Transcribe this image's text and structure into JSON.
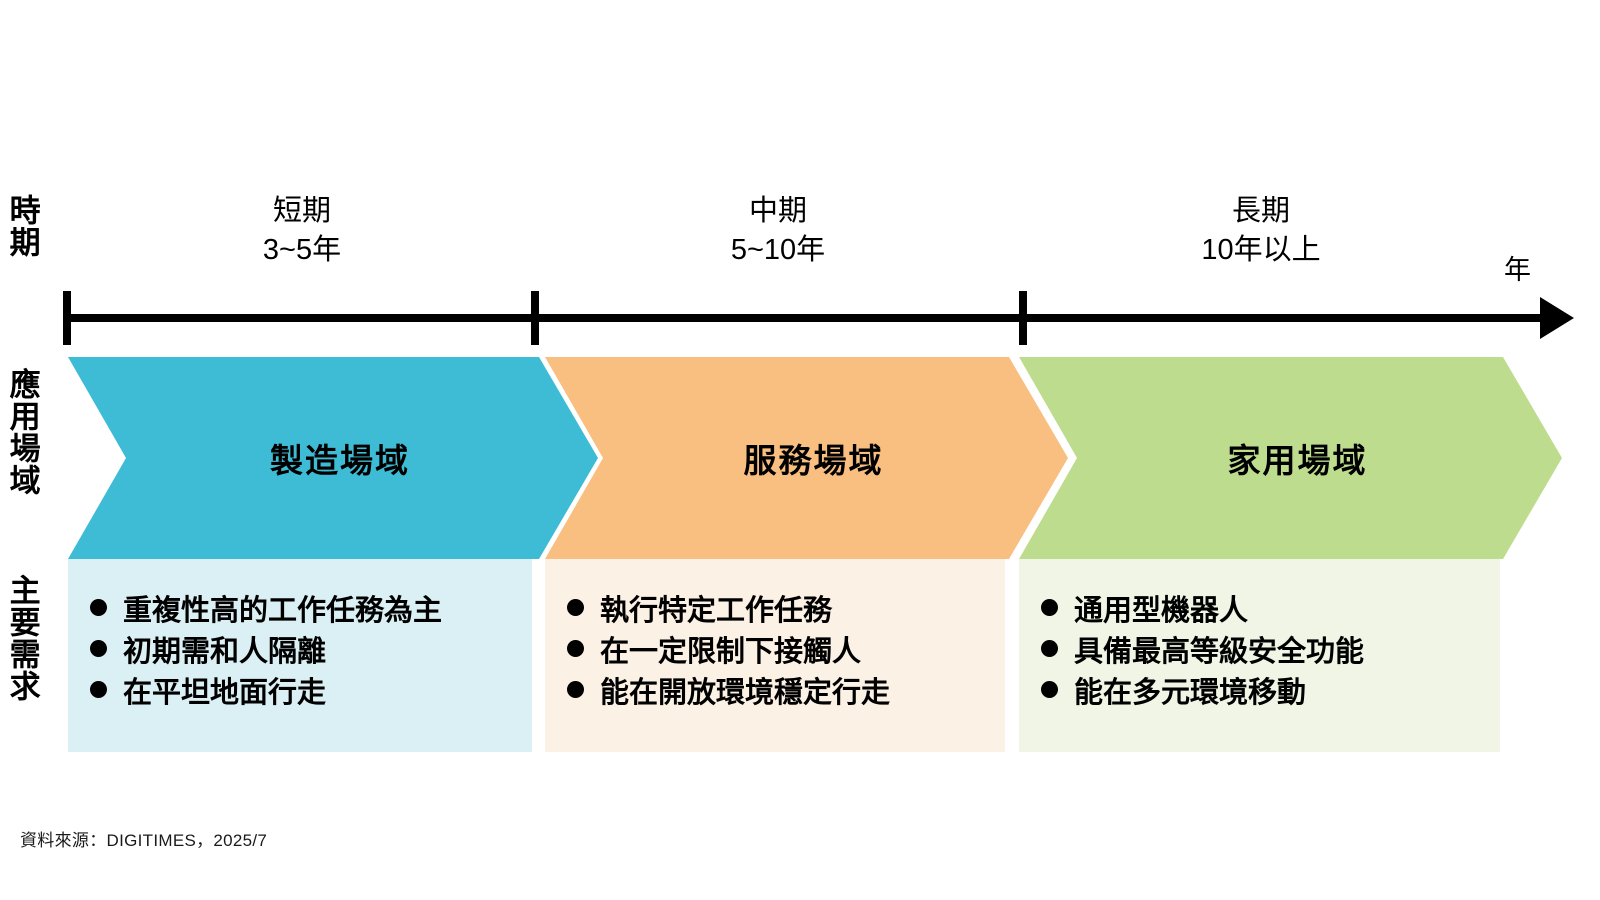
{
  "rows": {
    "period_label": "時期",
    "scenario_label": "應用場域",
    "needs_label": "主要需求"
  },
  "timeline": {
    "unit_label": "年",
    "phases": [
      {
        "name": "短期",
        "range": "3~5年",
        "heading": "短期\n3~5年"
      },
      {
        "name": "中期",
        "range": "5~10年",
        "heading": "中期\n5~10年"
      },
      {
        "name": "長期",
        "range": "10年以上",
        "heading": "長期\n10年以上"
      }
    ]
  },
  "scenarios": [
    {
      "title": "製造場域",
      "color": "#3fbcd5",
      "panel_color": "#dbf0f5"
    },
    {
      "title": "服務場域",
      "color": "#f9bf80",
      "panel_color": "#fcf1e5"
    },
    {
      "title": "家用場域",
      "color": "#bddc8e",
      "panel_color": "#f0f5e6"
    }
  ],
  "requirements": [
    {
      "items": [
        "重複性高的工作任務為主",
        "初期需和人隔離",
        "在平坦地面行走"
      ]
    },
    {
      "items": [
        "執行特定工作任務",
        "在一定限制下接觸人",
        "能在開放環境穩定行走"
      ]
    },
    {
      "items": [
        "通用型機器人",
        "具備最高等級安全功能",
        "能在多元環境移動"
      ]
    }
  ],
  "footer": {
    "source": "資料來源：DIGITIMES，2025/7"
  }
}
